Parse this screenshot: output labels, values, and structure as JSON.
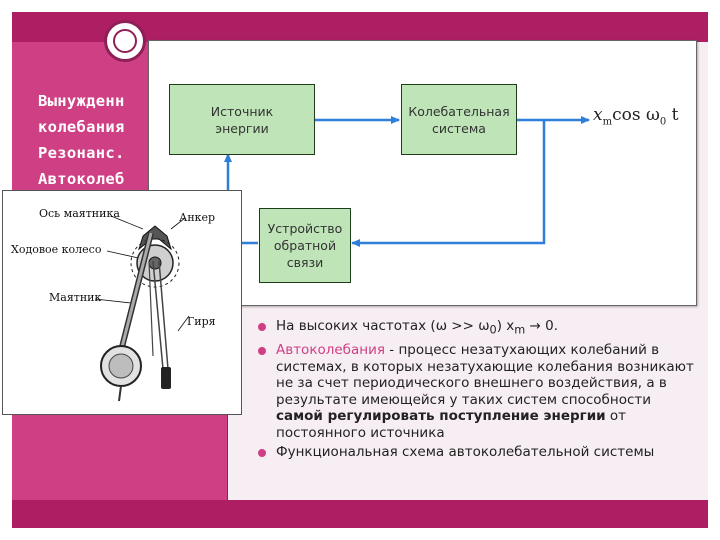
{
  "slide": {
    "title_lines": [
      "Вынужденн",
      "колебания",
      "Резонанс.",
      "Автоколеб"
    ],
    "colors": {
      "frame": "#8f1f57",
      "panel": "#cf3f83",
      "accent": "#cf3f83",
      "block_fill": "#bfe4b8",
      "arrow": "#2f7fd8"
    }
  },
  "bullets": {
    "b1": "На высоких частотах (ω >> ω",
    "b1_sub1": "0",
    "b1_mid": ") x",
    "b1_sub2": "m",
    "b1_end": " → 0.",
    "b2_term": "Автоколебания",
    "b2_text1": " - процесс незатухающих колебаний в системах, в которых незатухающие колебания возникают не за счет периодического внешнего воздействия, а в результате имеющейся у таких систем способности ",
    "b2_bold1": "самой регулировать поступление энергии",
    "b2_text2": " от постоянного источника",
    "b3": "Функциональная схема автоколебательной системы"
  },
  "diagram": {
    "source": "Источник\nэнергии",
    "osc": "Колебательная\nсистема",
    "feedback": "Устройство\nобратной\nсвязи",
    "formula_x": "x",
    "formula_m": "m",
    "formula_cos": "cos ω",
    "formula_0": "0",
    "formula_t": " t"
  },
  "clock": {
    "axis": "Ось маятника",
    "anchor": "Анкер",
    "wheel": "Ходовое колесо",
    "pendulum": "Маятник",
    "weight": "Гиря"
  }
}
